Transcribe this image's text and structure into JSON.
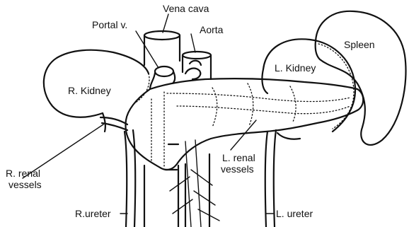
{
  "labels": {
    "vena_cava": "Vena cava",
    "portal_v": "Portal v.",
    "aorta": "Aorta",
    "spleen": "Spleen",
    "l_kidney": "L. Kidney",
    "r_kidney": "R. Kidney",
    "l_renal_vessels_1": "L. renal",
    "l_renal_vessels_2": "vessels",
    "r_renal_vessels_1": "R. renal",
    "r_renal_vessels_2": "vessels",
    "r_ureter": "R.ureter",
    "l_ureter": "L. ureter"
  },
  "colors": {
    "ink": "#111111",
    "background": "#ffffff"
  }
}
